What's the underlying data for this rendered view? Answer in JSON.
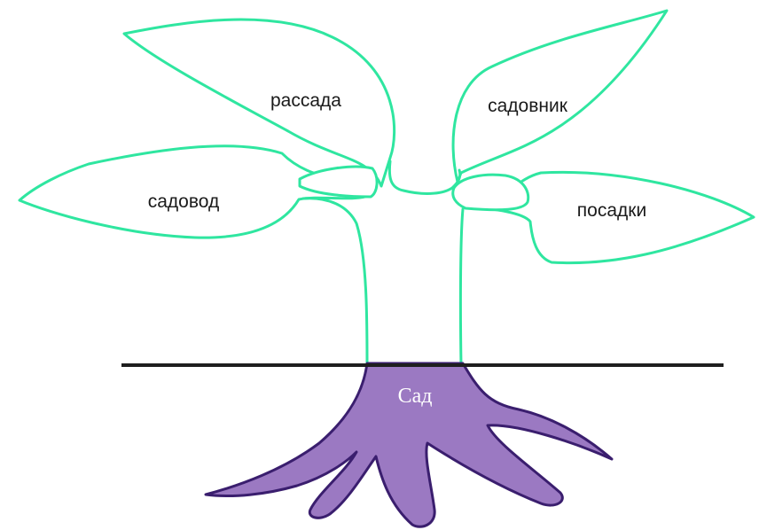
{
  "tree": {
    "root_word": "Сад",
    "leaves": {
      "top_left": "рассада",
      "top_right": "садовник",
      "middle_left": "садовод",
      "middle_right": "посадки"
    }
  },
  "colors": {
    "leaf_outline": "#2fe6a0",
    "root_fill": "#9b79c2",
    "root_outline": "#3a1e6e",
    "ground_line": "#1f1f1f"
  }
}
